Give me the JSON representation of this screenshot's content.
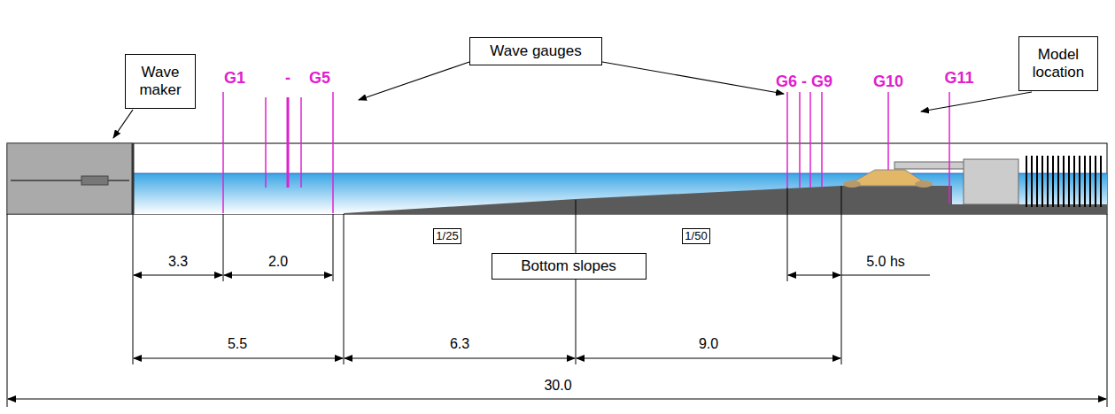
{
  "diagram": {
    "nodes": [
      {
        "text": [
          "Wave maker"
        ]
      },
      {
        "text": [
          "Wave gauges"
        ]
      },
      {
        "text": [
          "Model location"
        ]
      },
      {
        "text": [
          "1/25"
        ]
      },
      {
        "text": [
          "Bottom slopes"
        ]
      },
      {
        "text": [
          "1/50"
        ]
      }
    ],
    "labels": [
      "G1",
      "-",
      "G5",
      "G6 - G9",
      "G10",
      "G11",
      "3.3",
      "2.0",
      "5.0 hs",
      "5.5",
      "6.3",
      "9.0",
      "30.0"
    ]
  }
}
